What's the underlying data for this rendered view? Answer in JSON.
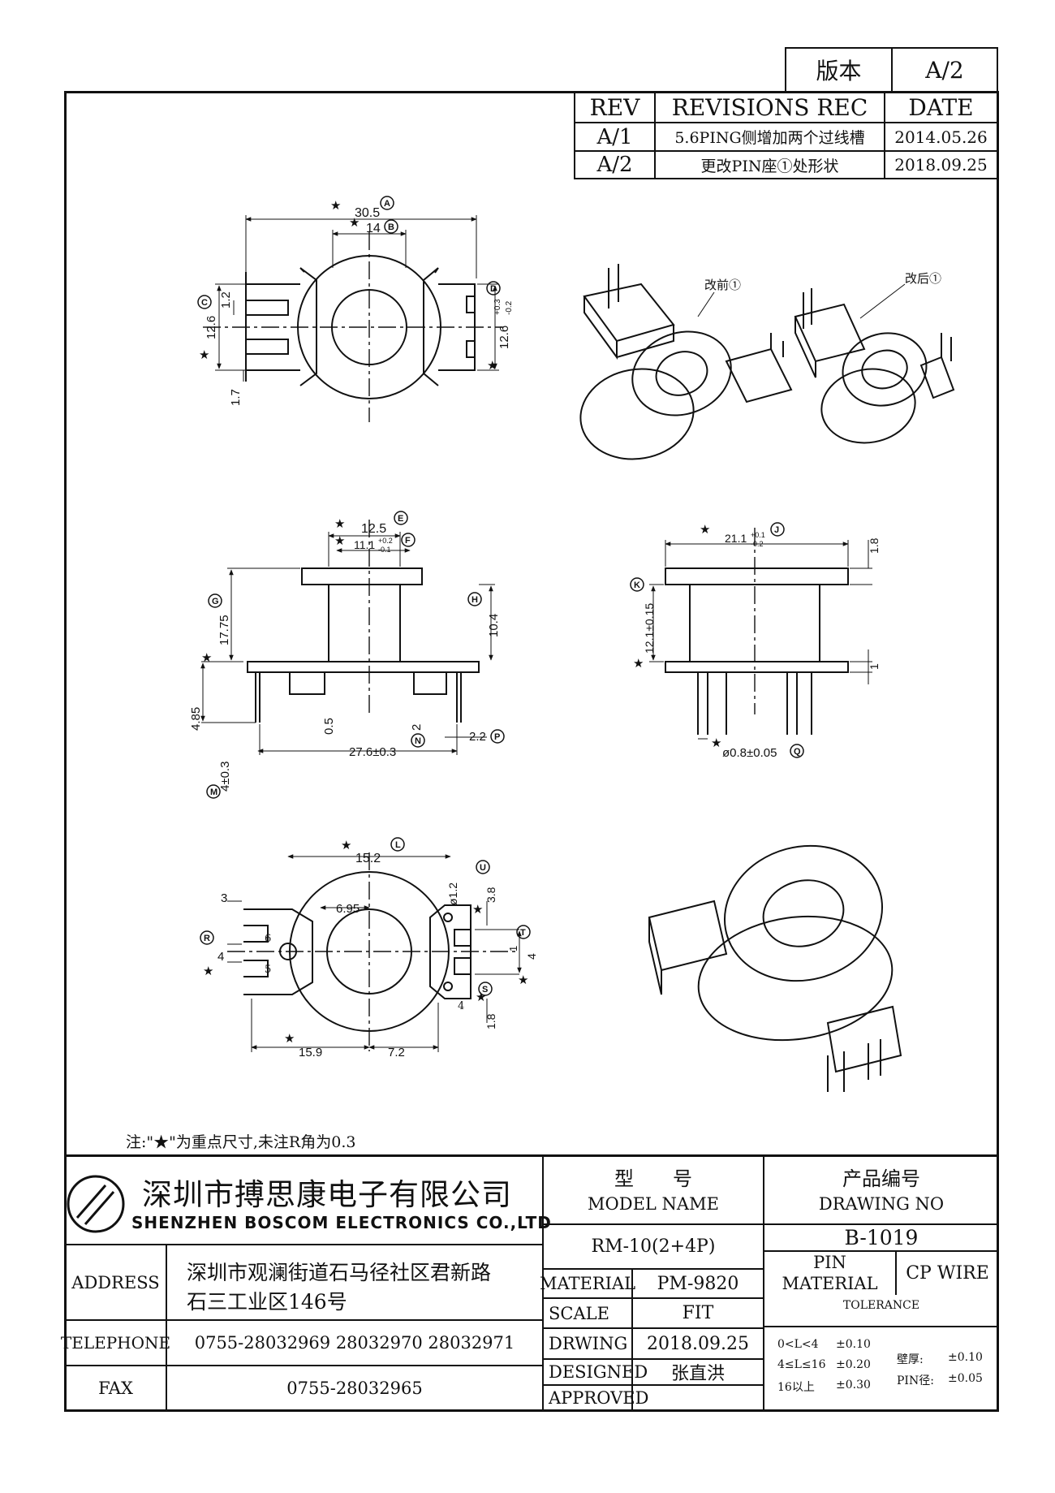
{
  "version": {
    "label": "版本",
    "value": "A/2"
  },
  "revisions": {
    "headers": [
      "REV",
      "REVISIONS REC",
      "DATE"
    ],
    "rows": [
      {
        "rev": "A/1",
        "desc": "5.6PING侧增加两个过线槽",
        "date": "2014.05.26"
      },
      {
        "rev": "A/2",
        "desc": "更改PIN座①处形状",
        "date": "2018.09.25"
      }
    ]
  },
  "top_view": {
    "dim_a": "30.5",
    "dim_b": "14",
    "dim_c1": "1.2",
    "dim_c2": "12.6",
    "dim_17": "1.7",
    "dim_d": "12.6",
    "dim_d_tol_upper": "+0.3",
    "dim_d_tol_lower": "-0.2",
    "star": "★"
  },
  "iso_notes": {
    "before": "改前①",
    "after": "改后①"
  },
  "front_view": {
    "dim_e": "12.5",
    "dim_f": "11.1",
    "dim_f_tol_upper": "+0.2",
    "dim_f_tol_lower": "-0.1",
    "dim_g": "17.75",
    "dim_h": "10.4",
    "dim_485": "4.85",
    "dim_05": "0.5",
    "dim_2": "2",
    "dim_n": "27.6±0.3",
    "dim_p": "2.2",
    "dim_m": "4±0.3"
  },
  "side_view": {
    "dim_j": "21.1",
    "dim_j_tol_upper": "+0.1",
    "dim_j_tol_lower": "-0.2",
    "dim_18": "1.8",
    "dim_k": "12.1±0.15",
    "dim_1": "1",
    "dim_q": "ø0.8±0.05"
  },
  "bottom_view": {
    "dim_l": "15.2",
    "dim_695": "6.95",
    "dim_3": "3",
    "dim_r": "4",
    "pin6": "6",
    "pin5": "5",
    "dim_u1": "ø1.2",
    "dim_u2": "3.8",
    "dim_t1": "1",
    "dim_t2": "4",
    "pin4": "4",
    "dim_s": "1.8",
    "dim_159": "15.9",
    "dim_72": "7.2"
  },
  "callouts": {
    "A": "A",
    "B": "B",
    "C": "C",
    "D": "D",
    "E": "E",
    "F": "F",
    "G": "G",
    "H": "H",
    "J": "J",
    "K": "K",
    "L": "L",
    "M": "M",
    "N": "N",
    "P": "P",
    "Q": "Q",
    "R": "R",
    "S": "S",
    "T": "T",
    "U": "U"
  },
  "note": "注:\"★\"为重点尺寸,未注R角为0.3",
  "company": {
    "name_cn": "深圳市搏思康电子有限公司",
    "name_en": "SHENZHEN BOSCOM ELECTRONICS CO.,LTD",
    "address_label": "ADDRESS",
    "address_line1": "深圳市观澜街道石马径社区君新路",
    "address_line2": "石三工业区146号",
    "telephone_label": "TELEPHONE",
    "telephone": "0755-28032969 28032970 28032971",
    "fax_label": "FAX",
    "fax": "0755-28032965"
  },
  "model": {
    "label_cn": "型　　号",
    "label_en": "MODEL NAME",
    "value": "RM-10(2+4P)"
  },
  "drawing_no": {
    "label_cn": "产品编号",
    "label_en": "DRAWING NO",
    "value": "B-1019"
  },
  "material": {
    "label": "MATERIAL",
    "value": "PM-9820"
  },
  "scale": {
    "label": "SCALE",
    "value": "FIT"
  },
  "drwing": {
    "label": "DRWING",
    "value": "2018.09.25"
  },
  "designed": {
    "label": "DESIGNED",
    "value": "张直洪"
  },
  "approved": {
    "label": "APPROVED",
    "value": ""
  },
  "pin_material": {
    "label1": "PIN",
    "label2": "MATERIAL",
    "value": "CP WIRE"
  },
  "tolerance": {
    "title": "TOLERANCE",
    "rows": [
      {
        "range": "0<L<4",
        "value": "±0.10"
      },
      {
        "range": "4≤L≤16",
        "value": "±0.20"
      },
      {
        "range": "16以上",
        "value": "±0.30"
      }
    ],
    "wall_label": "壁厚:",
    "wall_value": "±0.10",
    "pin_label": "PIN径:",
    "pin_value": "±0.05"
  }
}
